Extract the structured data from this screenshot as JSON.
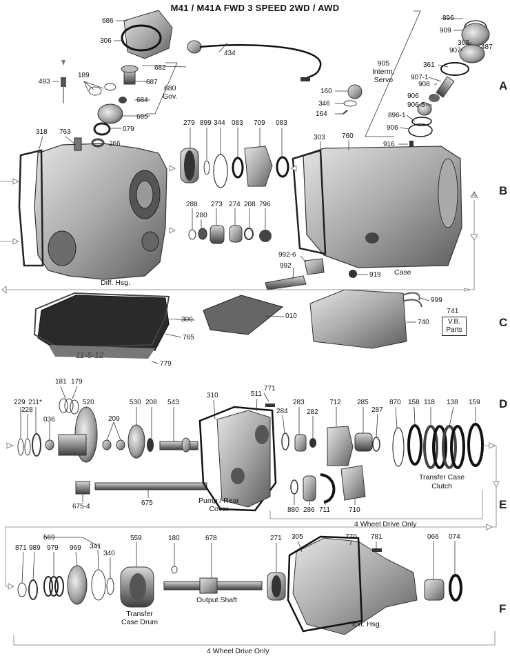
{
  "title": "M41 / M41A   FWD 3 SPEED 2WD / AWD",
  "rows": [
    "A",
    "B",
    "C",
    "D",
    "E",
    "F"
  ],
  "labels": {
    "diff_hsg": "Diff. Hsg.",
    "case": "Case",
    "gov": [
      "680",
      "Gov."
    ],
    "interm_servo": [
      "905",
      "Interm.",
      "Servo"
    ],
    "vb_parts_num": "741",
    "vb_parts": [
      "V.B.",
      "Parts"
    ],
    "pump_rear_cover": [
      "Pump / Rear",
      "Cover"
    ],
    "transfer_case_clutch": [
      "Transfer Case",
      "Clutch"
    ],
    "four_wd_only_e": "4 Wheel Drive Only",
    "transfer_case_drum": [
      "Transfer",
      "Case Drum"
    ],
    "output_shaft": "Output Shaft",
    "ext_hsg": "Ext. Hsg.",
    "four_wd_only_f": "4 Wheel Drive Only",
    "handwriting": "11-5-12"
  },
  "part_numbers": {
    "a": [
      "686",
      "306",
      "434",
      "682",
      "189",
      "493",
      "687",
      "684",
      "685",
      "079",
      "266",
      "160",
      "346",
      "164",
      "896",
      "909",
      "362",
      "487",
      "907",
      "361",
      "907-1",
      "908",
      "906",
      "906-5",
      "896-1",
      "906",
      "916"
    ],
    "b": [
      "318",
      "763",
      "279",
      "899",
      "344",
      "083",
      "709",
      "083",
      "303",
      "760",
      "288",
      "280",
      "273",
      "274",
      "208",
      "796",
      "992-6",
      "992",
      "919"
    ],
    "c": [
      "999",
      "300",
      "010",
      "740",
      "765",
      "779"
    ],
    "d": [
      "229",
      "228",
      "211*",
      "181",
      "179",
      "520",
      "036",
      "530",
      "208",
      "543",
      "209",
      "310",
      "771",
      "511",
      "283",
      "284",
      "282",
      "712",
      "285",
      "287",
      "870",
      "158",
      "118",
      "138",
      "159"
    ],
    "e": [
      "675-4",
      "675",
      "880",
      "286",
      "711",
      "710"
    ],
    "f": [
      "569",
      "871",
      "989",
      "979",
      "969",
      "341",
      "340",
      "559",
      "180",
      "678",
      "271",
      "305",
      "770",
      "781",
      "066",
      "074"
    ]
  }
}
